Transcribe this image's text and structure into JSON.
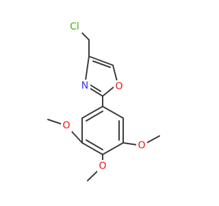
{
  "molecule": {
    "atoms": {
      "cl": {
        "symbol": "Cl",
        "color": "#33bb00"
      },
      "n": {
        "symbol": "N",
        "color": "#3333ee"
      },
      "o_ring": {
        "symbol": "O",
        "color": "#ee1111"
      },
      "o_left": {
        "symbol": "O",
        "color": "#ee1111"
      },
      "o_bottom": {
        "symbol": "O",
        "color": "#ee1111"
      },
      "o_right": {
        "symbol": "O",
        "color": "#ee1111"
      }
    },
    "bond_color": "#3a3a3a"
  }
}
